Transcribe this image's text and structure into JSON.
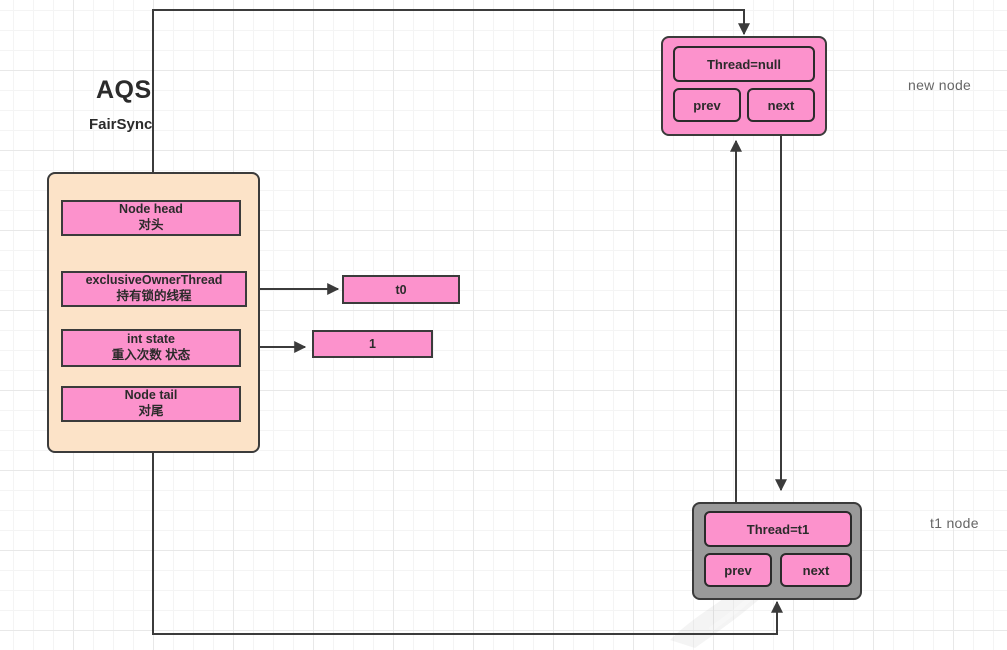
{
  "diagram": {
    "title_main": "AQS",
    "title_sub": "FairSync",
    "aqs_fields": [
      {
        "name": "node-head",
        "en": "Node head",
        "cn": "对头"
      },
      {
        "name": "exclusive-owner-thread",
        "en": "exclusiveOwnerThread",
        "cn": "持有锁的线程"
      },
      {
        "name": "int-state",
        "en": "int state",
        "cn": "重入次数 状态"
      },
      {
        "name": "node-tail",
        "en": "Node tail",
        "cn": "对尾"
      }
    ],
    "values": {
      "owner_thread": "t0",
      "state": "1"
    },
    "nodes": {
      "new_node": {
        "side_label": "new node",
        "thread": "Thread=null",
        "prev": "prev",
        "next": "next"
      },
      "t1_node": {
        "side_label": "t1 node",
        "thread": "Thread=t1",
        "prev": "prev",
        "next": "next"
      }
    },
    "colors": {
      "pink": "#fc92cc",
      "peach": "#fce3c8",
      "gray_node": "#9a9a9a",
      "stroke": "#3b3b3b",
      "label_text": "#666666"
    }
  }
}
